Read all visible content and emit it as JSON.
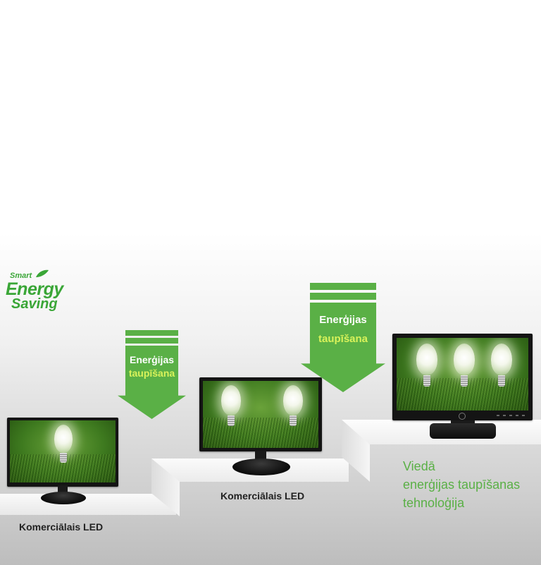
{
  "logo": {
    "line1": "Smart",
    "line2": "Energy",
    "line3": "Saving"
  },
  "arrows": [
    {
      "line1": "Enerģijas",
      "line2": "taupīšana"
    },
    {
      "line1": "Enerģijas",
      "line2": "taupīšana"
    }
  ],
  "labels": {
    "monitor1": "Komerciālais LED",
    "monitor2": "Komerciālais LED"
  },
  "tech": {
    "line1": "Viedā",
    "line2": "enerģijas taupīšanas",
    "line3": "tehnoloģija"
  },
  "colors": {
    "green": "#5ab046",
    "lime": "#d9f25a",
    "dark": "#141414"
  }
}
